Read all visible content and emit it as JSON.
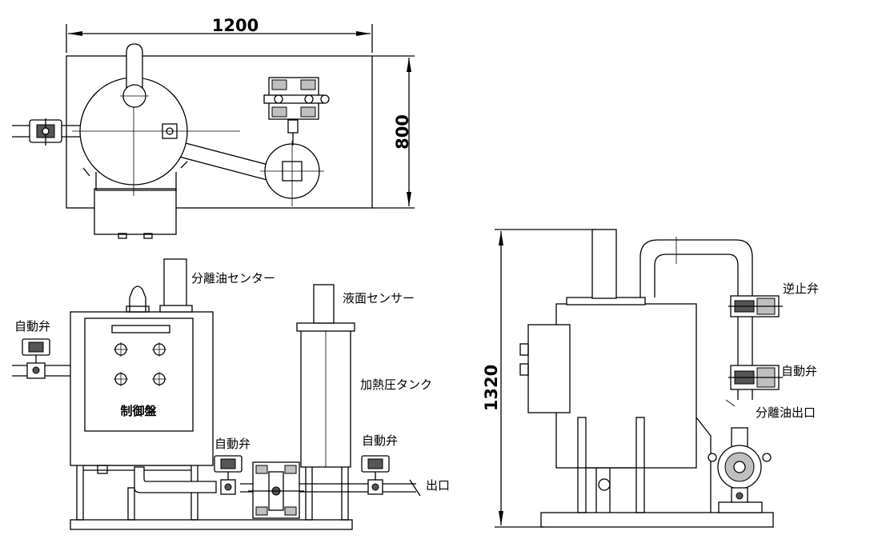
{
  "dimensions": {
    "width_top": "1200",
    "depth_top": "800",
    "height_side": "1320"
  },
  "labels": {
    "separated_oil_sensor": "分離油センター",
    "level_sensor": "液面センサー",
    "auto_valve_left": "自動弁",
    "auto_valve_mid": "自動弁",
    "auto_valve_right": "自動弁",
    "heated_tank": "加熱圧タンク",
    "control_panel": "制御盤",
    "outlet": "出口",
    "check_valve": "逆止弁",
    "auto_valve_side": "自動弁",
    "separated_oil_outlet": "分離油出口"
  }
}
